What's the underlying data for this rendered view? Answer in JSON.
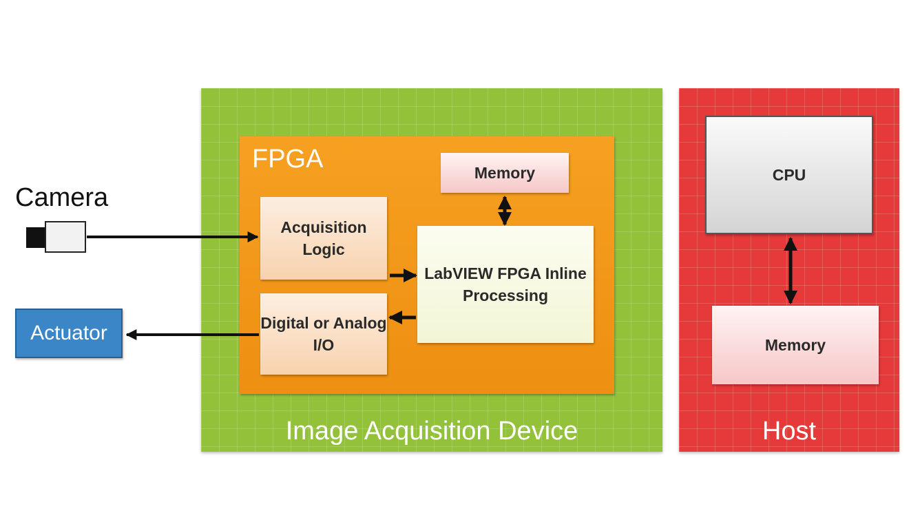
{
  "camera": {
    "label": "Camera"
  },
  "actuator": {
    "label": "Actuator"
  },
  "device": {
    "label": "Image Acquisition Device",
    "fpga": {
      "label": "FPGA",
      "memory": "Memory",
      "acquisition_logic": "Acquisition Logic",
      "labview": "LabVIEW FPGA Inline Processing",
      "io": "Digital or Analog I/O"
    }
  },
  "host": {
    "label": "Host",
    "cpu": "CPU",
    "memory": "Memory"
  },
  "colors": {
    "device": "#93c23a",
    "fpga": "#f39a1b",
    "host": "#e5393a",
    "actuator": "#3a86c7",
    "arrow": "#111111"
  }
}
